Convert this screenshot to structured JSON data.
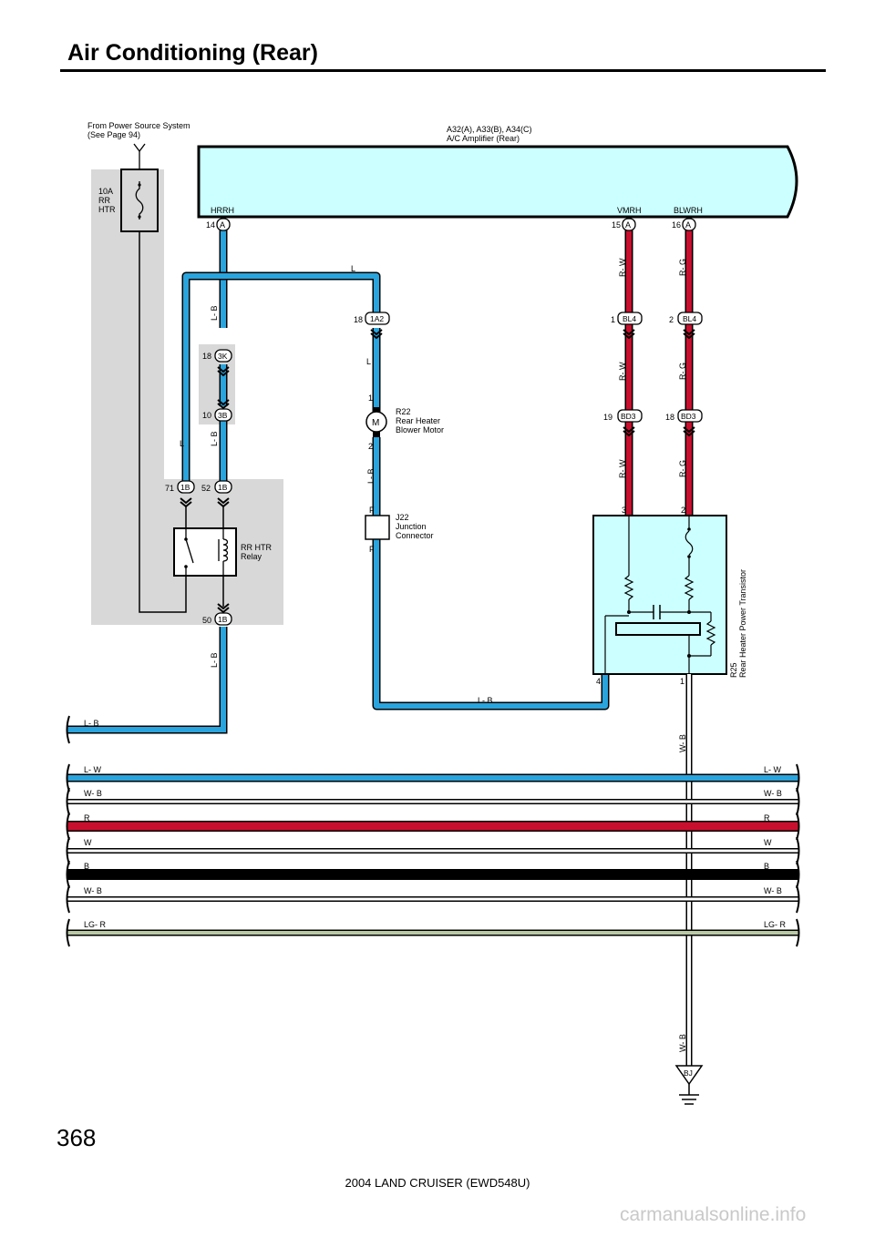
{
  "header": {
    "title": "Air Conditioning (Rear)"
  },
  "footer": {
    "page_number": "368",
    "model": "2004 LAND CRUISER (EWD548U)",
    "watermark": "carmanualsonline.info"
  },
  "power_source": {
    "line1": "From Power Source System",
    "line2": "(See Page 94)"
  },
  "fuse": {
    "rating": "10A",
    "name1": "RR",
    "name2": "HTR"
  },
  "amplifier": {
    "line1": "A32(A), A33(B), A34(C)",
    "line2": "A/C Amplifier (Rear)"
  },
  "terminals": {
    "hrrh": "HRRH",
    "vmrh": "VMRH",
    "blwrh": "BLWRH"
  },
  "pins": {
    "a14": "14",
    "a15": "15",
    "a16": "16",
    "a_letter": "A",
    "c1a2_pin": "18",
    "c1a2": "1A2",
    "c3k_pin": "18",
    "c3k": "3K",
    "c3b_pin": "10",
    "c3b": "3B",
    "c1b_71": "71",
    "c1b_52": "52",
    "c1b_50": "50",
    "c1b": "1B",
    "bl4_1": "1",
    "bl4_2": "2",
    "bl4": "BL4",
    "bd3_19": "19",
    "bd3_18": "18",
    "bd3": "BD3",
    "motor_1": "1",
    "motor_2": "2",
    "j22_top": "F",
    "j22_bot": "F",
    "tr_3": "3",
    "tr_2": "2",
    "tr_4": "4",
    "tr_1": "1",
    "ground": "BJ"
  },
  "motor": {
    "symbol": "M",
    "code": "R22",
    "line1": "Rear Heater",
    "line2": "Blower Motor"
  },
  "junction": {
    "code": "J22",
    "line1": "Junction",
    "line2": "Connector"
  },
  "relay": {
    "line1": "RR HTR",
    "line2": "Relay"
  },
  "transistor": {
    "code": "R25",
    "name": "Rear Heater Power Transistor"
  },
  "wire_labels": {
    "l": "L",
    "lb": "L- B",
    "rw": "R- W",
    "rg": "R- G",
    "wb": "W- B"
  },
  "bus_labels": [
    {
      "left": "L- W",
      "right": "L- W",
      "color": "#29a4dd",
      "width": 6
    },
    {
      "left": "W- B",
      "right": "W- B",
      "color": "#ffffff",
      "width": 3
    },
    {
      "left": "R",
      "right": "R",
      "color": "#c8102e",
      "width": 9
    },
    {
      "left": "W",
      "right": "W",
      "color": "#ffffff",
      "width": 3
    },
    {
      "left": "B",
      "right": "B",
      "color": "#000000",
      "width": 9
    },
    {
      "left": "W- B",
      "right": "W- B",
      "color": "#ffffff",
      "width": 3
    },
    {
      "left": "LG- R",
      "right": "LG- R",
      "color": "#b9c9a6",
      "width": 4
    }
  ],
  "lb_bus_label": "L- B",
  "colors": {
    "l_wire": "#29a4dd",
    "r_wire": "#c8102e",
    "component_fill": "#ccffff",
    "gray_area": "#d8d8d8"
  }
}
